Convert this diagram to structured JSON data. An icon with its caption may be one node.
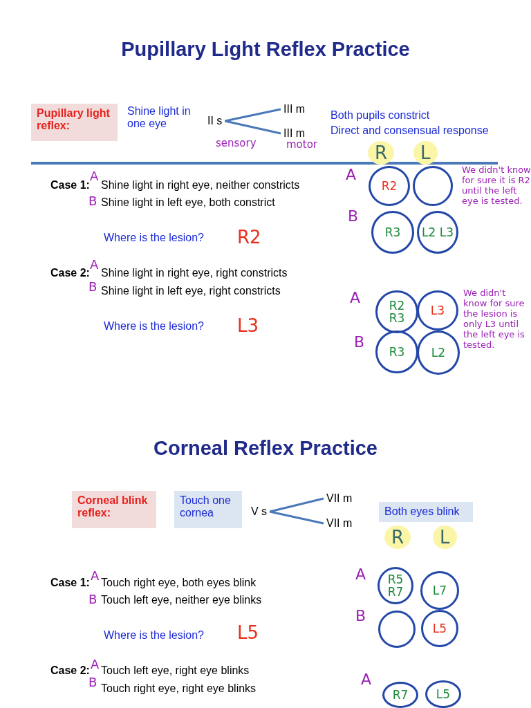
{
  "diagram": {
    "title": "Pupillary Light Reflex Practice",
    "nodes": [
      {
        "text": [
          "Pupillary light reflex:"
        ]
      },
      {
        "text": [
          "Shine light in one eye"
        ]
      },
      {
        "text": [
          "II s"
        ]
      },
      {
        "text": [
          "III m"
        ]
      },
      {
        "text": [
          "III m"
        ]
      },
      {
        "text": [
          "R2"
        ]
      },
      {
        "text": [],
        "shape": "circle"
      },
      {
        "text": [
          "R3"
        ]
      },
      {
        "text": [
          "L2 L3"
        ]
      },
      {
        "text": [
          "R2 R3"
        ]
      },
      {
        "text": [
          "L3"
        ]
      },
      {
        "text": [
          "R3"
        ]
      },
      {
        "text": [
          "L2"
        ]
      },
      {
        "text": [
          "Corneal blink reflex:"
        ]
      },
      {
        "text": [
          "Touch one cornea"
        ]
      },
      {
        "text": [
          "V s"
        ]
      },
      {
        "text": [
          "VII m"
        ]
      },
      {
        "text": [
          "VII m"
        ]
      },
      {
        "text": [
          "Both eyes blink"
        ]
      },
      {
        "text": [
          "R5 R7"
        ]
      },
      {
        "text": [
          "L7"
        ]
      },
      {
        "text": [],
        "shape": "circle"
      },
      {
        "text": [
          "L5"
        ]
      },
      {
        "text": [
          "R7"
        ]
      },
      {
        "text": [
          "L5"
        ]
      }
    ],
    "edges": [
      {
        "from": 2,
        "to": 3,
        "arrow": "none"
      },
      {
        "from": 2,
        "to": 4,
        "arrow": "none"
      },
      {
        "from": 15,
        "to": 16,
        "arrow": "none"
      },
      {
        "from": 15,
        "to": 17,
        "arrow": "none"
      }
    ],
    "labels": [
      "sensory",
      "motor",
      "Both pupils constrict",
      "Direct and consensual response",
      "R",
      "L",
      "Case 1:",
      "A",
      "Shine light in right eye, neither constricts",
      "A",
      "We didn't know for sure it is R2 until the left eye is tested.",
      "B",
      "Shine light in left eye, both constrict",
      "B",
      "Where is the lesion?",
      "R2",
      "Case 2:",
      "A",
      "Shine light in right eye, right constricts",
      "A",
      "We didn't know for sure the lesion is only L3 until the left eye is tested.",
      "B",
      "Shine light in left eye, right constricts",
      "B",
      "Where is the lesion?",
      "L3",
      "Corneal Reflex Practice",
      "R",
      "L",
      "Case 1:",
      "A",
      "Touch right eye, both eyes blink",
      "A",
      "B",
      "Touch left eye, neither eye blinks",
      "B",
      "Where is the lesion?",
      "L5",
      "Case 2:",
      "A",
      "Touch left eye, right eye blinks",
      "B",
      "Touch right eye, right eye blinks",
      "A"
    ]
  }
}
